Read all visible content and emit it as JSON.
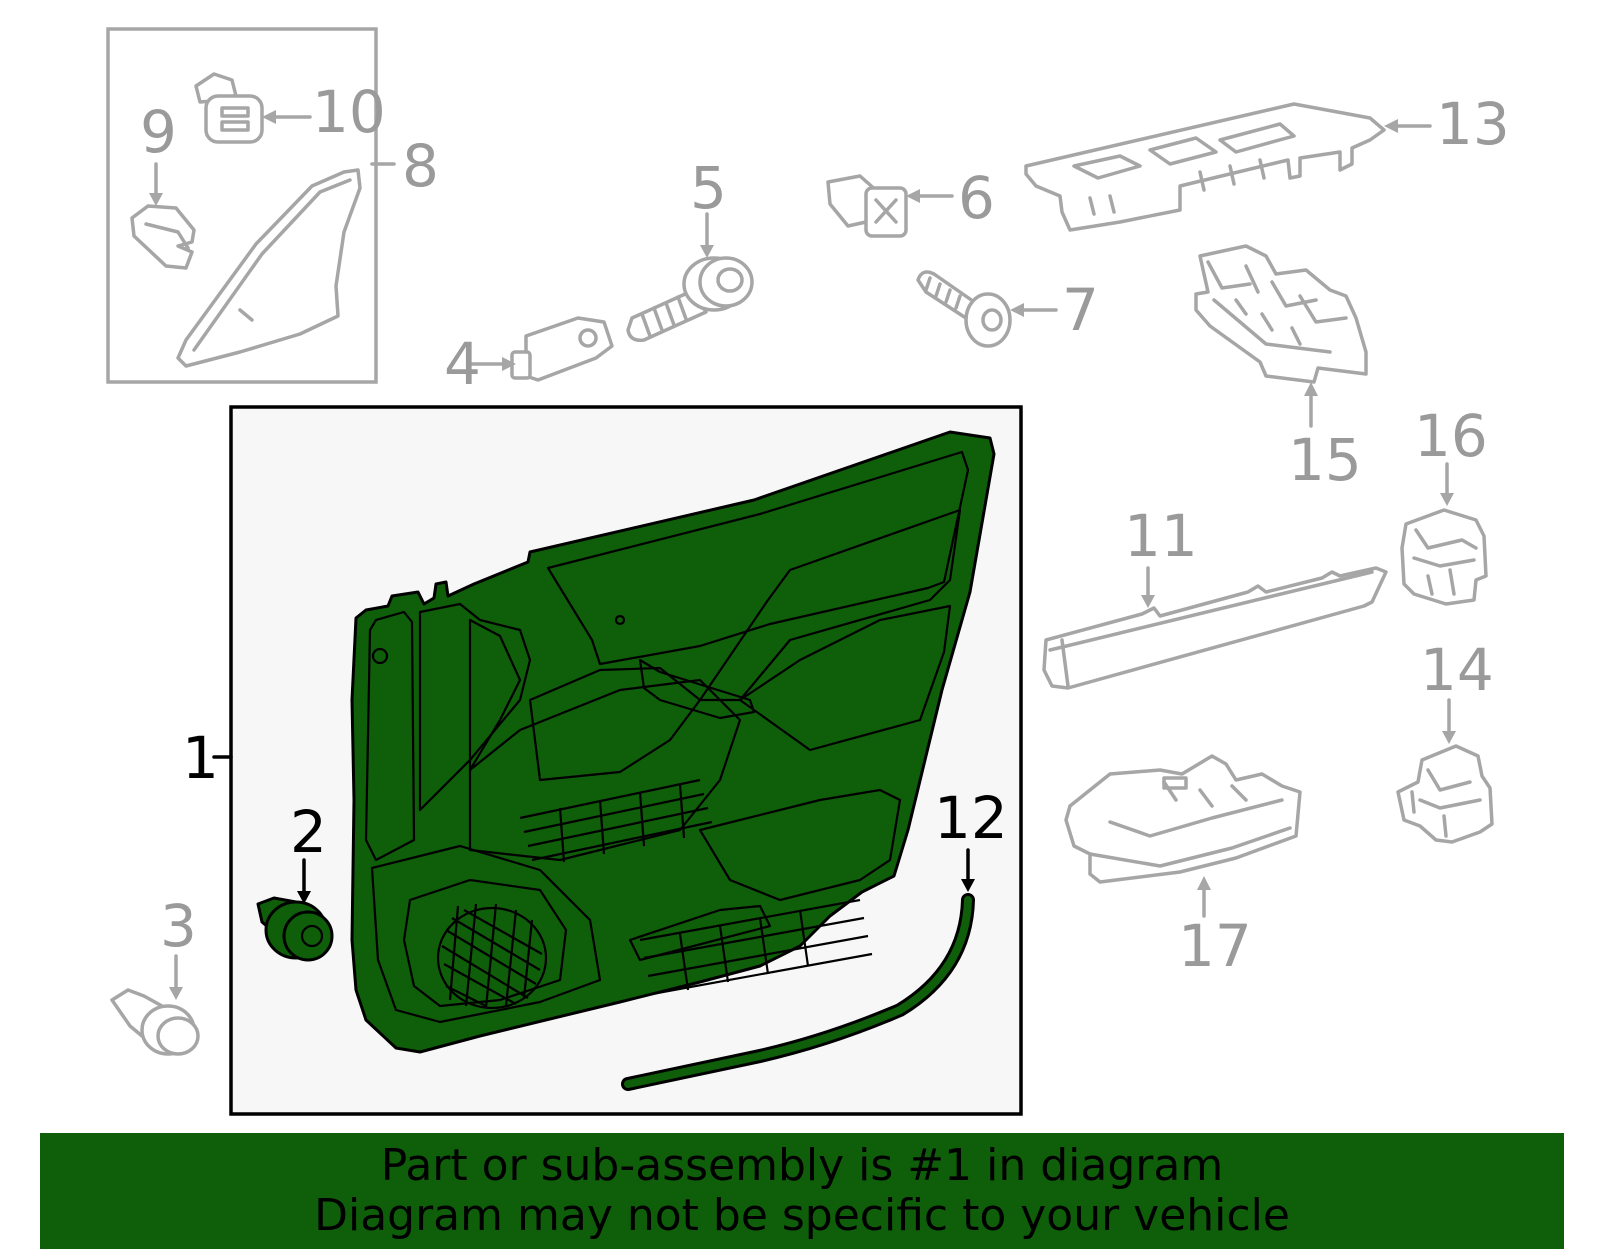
{
  "callouts": {
    "c1": "1",
    "c2": "2",
    "c3": "3",
    "c4": "4",
    "c5": "5",
    "c6": "6",
    "c7": "7",
    "c8": "8",
    "c9": "9",
    "c10": "10",
    "c11": "11",
    "c12": "12",
    "c13": "13",
    "c14": "14",
    "c15": "15",
    "c16": "16",
    "c17": "17"
  },
  "highlight_callouts": [
    "1",
    "2",
    "12"
  ],
  "colors": {
    "highlight_fill": "#0f5e0a",
    "inactive_part": "#a6a6a6",
    "callout_inactive": "#9a9a9a",
    "panel_background": "#f7f7f7"
  },
  "banner": {
    "line1": "Part or sub-assembly is #1 in diagram",
    "line2": "Diagram may not be specific to your vehicle"
  }
}
